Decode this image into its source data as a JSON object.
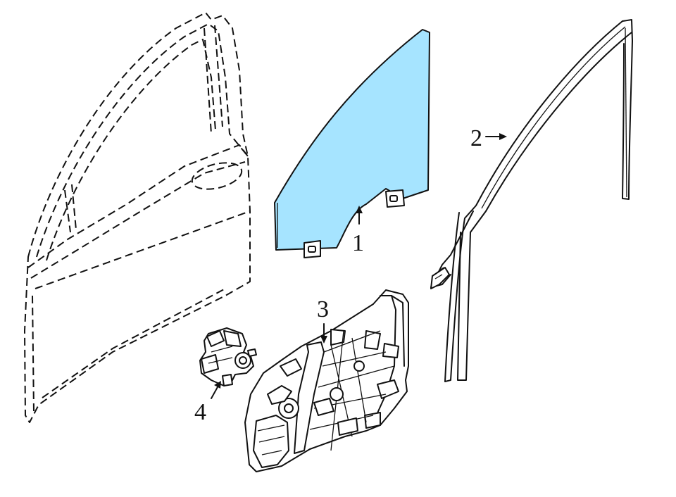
{
  "callouts": [
    {
      "id": "glass",
      "label": "1"
    },
    {
      "id": "run-channel",
      "label": "2"
    },
    {
      "id": "regulator",
      "label": "3"
    },
    {
      "id": "motor",
      "label": "4"
    }
  ],
  "colors": {
    "glass_fill": "#A6E4FF",
    "line": "#111111",
    "background": "#FFFFFF"
  }
}
